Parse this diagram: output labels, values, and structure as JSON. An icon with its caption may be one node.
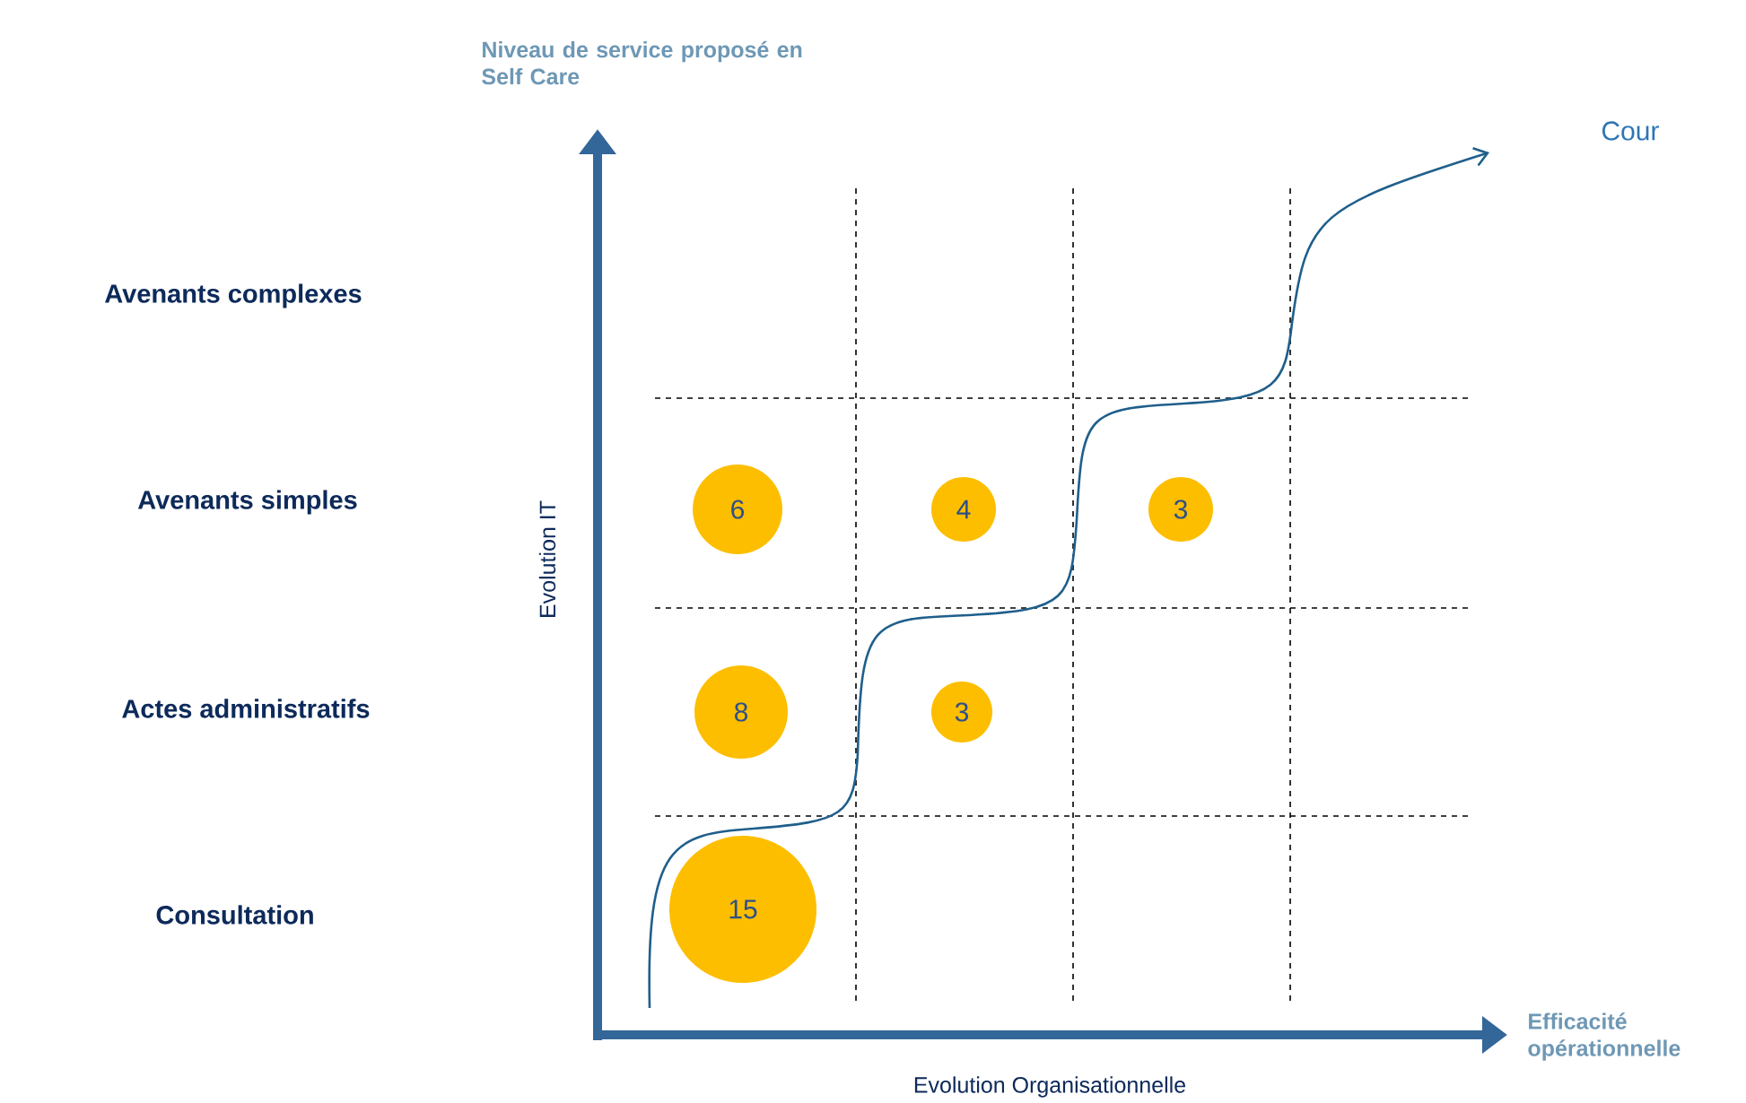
{
  "diagram": {
    "nodes": [
      {
        "text": [
          "6"
        ]
      },
      {
        "text": [
          "4"
        ]
      },
      {
        "text": [
          "3"
        ]
      },
      {
        "text": [
          "8"
        ]
      },
      {
        "text": [
          "3"
        ]
      },
      {
        "text": [
          "15"
        ]
      }
    ],
    "labels": [
      "Niveau de service proposé en Self Care",
      "Cour",
      "Avenants complexes",
      "Avenants simples",
      "Actes administratifs",
      "Evolution IT",
      "Consultation",
      "Efficacité opérationnelle",
      "Evolution Organisationnelle"
    ]
  }
}
